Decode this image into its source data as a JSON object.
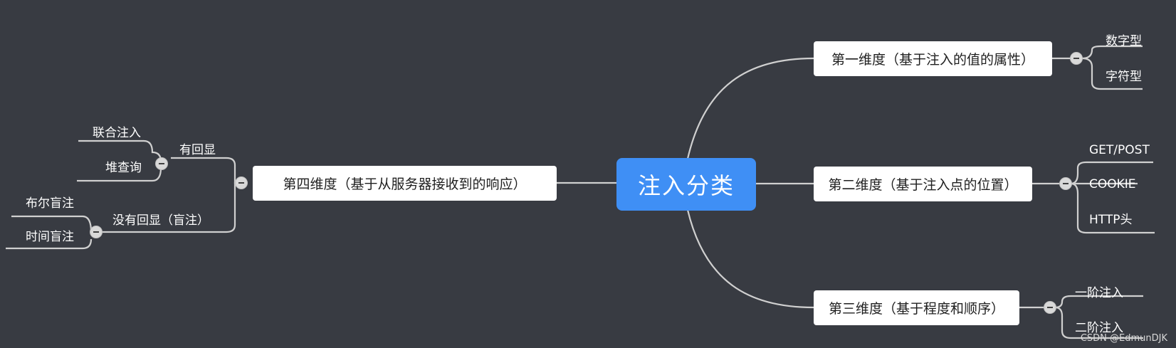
{
  "root": {
    "label": "注入分类"
  },
  "dimensions": [
    {
      "label": "第一维度（基于注入的值的属性）",
      "children": [
        "数字型",
        "字符型"
      ]
    },
    {
      "label": "第二维度（基于注入点的位置）",
      "children": [
        "GET/POST",
        "COOKIE",
        "HTTP头"
      ]
    },
    {
      "label": "第三维度（基于程度和顺序）",
      "children": [
        "一阶注入",
        "二阶注入"
      ]
    },
    {
      "label": "第四维度（基于从服务器接收到的响应）",
      "groups": [
        {
          "label": "有回显",
          "children": [
            "联合注入",
            "堆查询"
          ]
        },
        {
          "label": "没有回显（盲注）",
          "children": [
            "布尔盲注",
            "时间盲注"
          ]
        }
      ]
    }
  ],
  "watermark": "CSDN @EdmunDJK",
  "colors": {
    "background": "#383b42",
    "root": "#3f8ff5",
    "node": "#ffffff",
    "line": "#d0d0d0"
  }
}
